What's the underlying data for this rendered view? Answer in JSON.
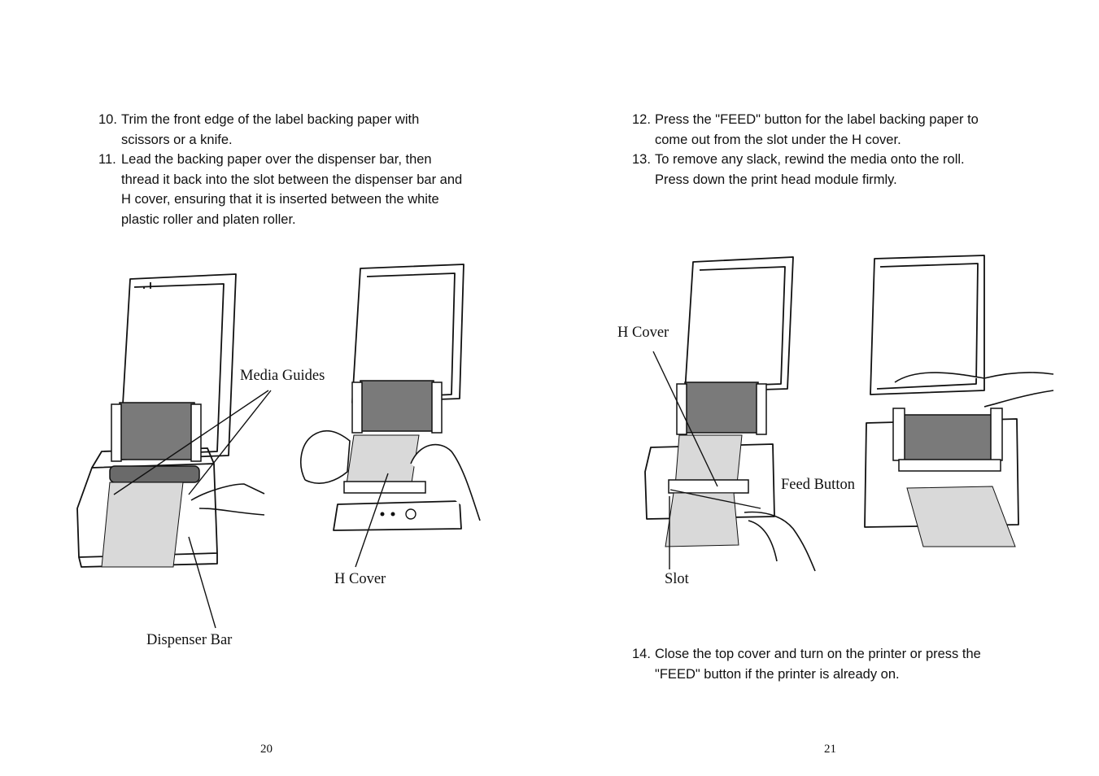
{
  "left_page": {
    "steps": [
      {
        "number": "10.",
        "lines": [
          "Trim the front edge of the label backing paper with",
          "scissors or a knife."
        ]
      },
      {
        "number": "11.",
        "lines": [
          "Lead the backing paper over the dispenser bar, then",
          "thread it back into the slot between the dispenser bar and",
          "H cover, ensuring that it is inserted between the white",
          "plastic roller and platen roller."
        ]
      }
    ],
    "callouts": {
      "media_guides": "Media Guides",
      "h_cover": "H Cover",
      "dispenser_bar": "Dispenser Bar"
    },
    "page_number": "20"
  },
  "right_page": {
    "steps": [
      {
        "number": "12.",
        "lines": [
          "Press the \"FEED\" button for the label backing paper to",
          "come out from the slot under the H cover."
        ]
      },
      {
        "number": "13.",
        "lines": [
          "To remove any slack, rewind the media onto the roll.",
          "Press down the print head module firmly."
        ]
      },
      {
        "number": "14.",
        "lines": [
          "Close the top cover and turn on the printer or press the",
          "\"FEED\" button if the printer is already on."
        ]
      }
    ],
    "callouts": {
      "h_cover": "H Cover",
      "feed_button": "Feed Button",
      "slot": "Slot"
    },
    "page_number": "21"
  }
}
